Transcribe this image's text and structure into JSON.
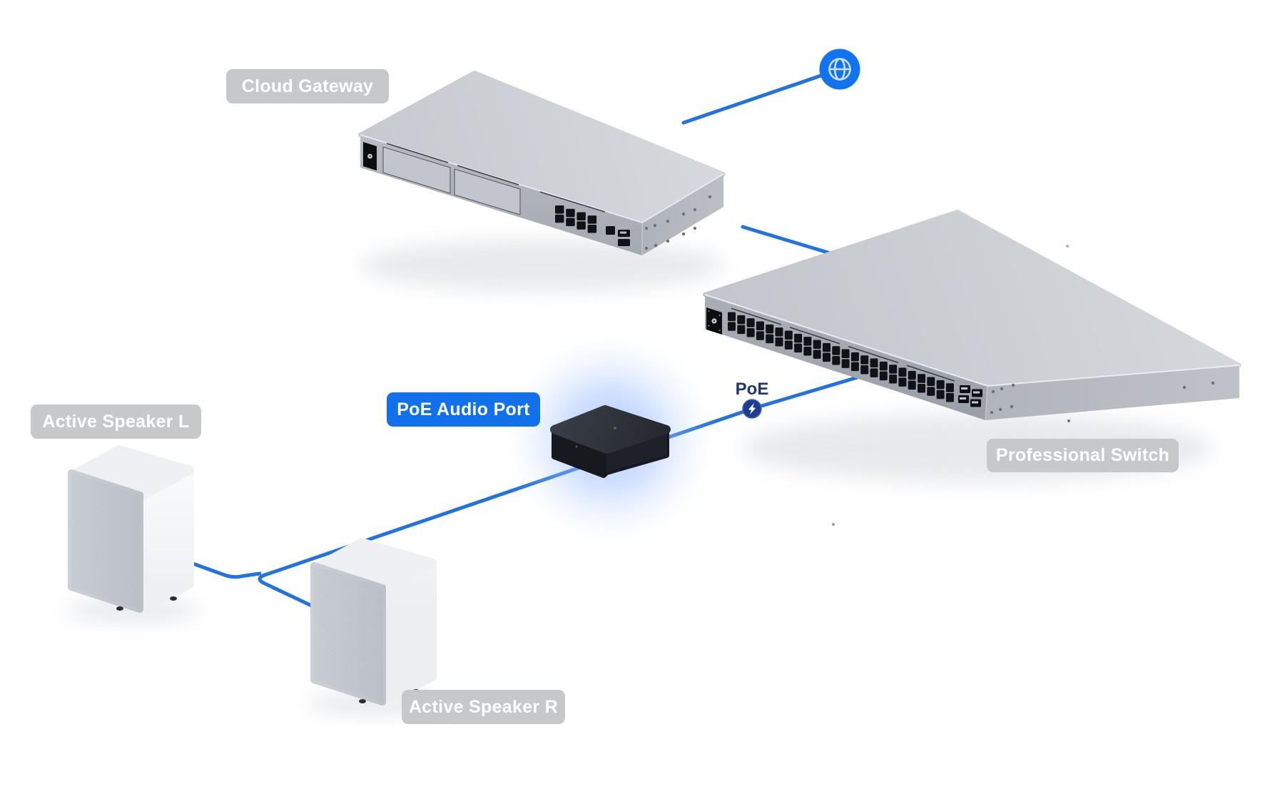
{
  "diagram": {
    "type": "network-topology",
    "colors": {
      "background": "#ffffff",
      "cable_blue": "#2372e2",
      "globe_blue": "#1173ee",
      "poe_badge_navy": "#1e3d8f",
      "label_gray_bg": "#c6c8ca",
      "label_blue_bg": "#1271ea",
      "label_text": "#ffffff",
      "poe_text_navy": "#21386f"
    },
    "nodes": [
      {
        "id": "internet",
        "icon": "globe-icon"
      },
      {
        "id": "cloud-gateway",
        "label": "Cloud Gateway",
        "label_style": "gray",
        "rj45_ports": 8,
        "sfp_ports": 2
      },
      {
        "id": "professional-switch",
        "label": "Professional Switch",
        "label_style": "gray",
        "rj45_ports": 48,
        "sfp_ports": 4
      },
      {
        "id": "poe-audio-port",
        "label": "PoE Audio Port",
        "label_style": "blue"
      },
      {
        "id": "active-speaker-l",
        "label": "Active Speaker L",
        "label_style": "gray"
      },
      {
        "id": "active-speaker-r",
        "label": "Active Speaker R",
        "label_style": "gray"
      }
    ],
    "connections": [
      {
        "from": "internet",
        "to": "cloud-gateway"
      },
      {
        "from": "cloud-gateway",
        "to": "professional-switch"
      },
      {
        "from": "professional-switch",
        "to": "poe-audio-port",
        "badge": "PoE",
        "badge_icon": "lightning-bolt-icon"
      },
      {
        "from": "poe-audio-port",
        "to": "active-speaker-l"
      },
      {
        "from": "poe-audio-port",
        "to": "active-speaker-r"
      }
    ]
  }
}
